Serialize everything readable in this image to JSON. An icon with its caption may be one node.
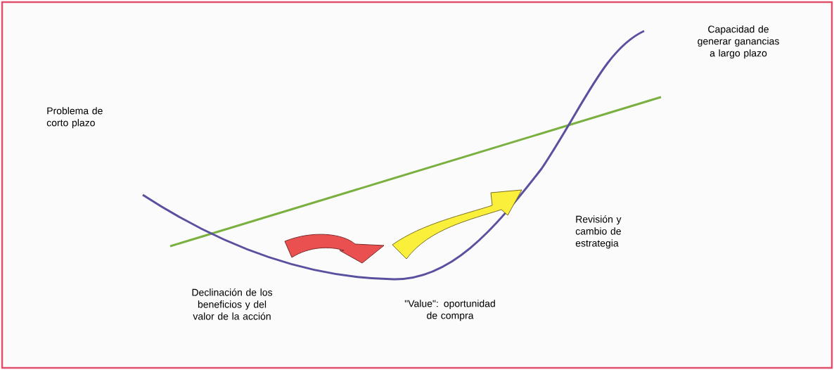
{
  "diagram": {
    "labels": [
      "Capacidad de generar ganancias a largo plazo",
      "Problema de corto plazo",
      "Revisión y cambio de estrategia",
      "Declinación de los beneficios y del valor de la acción",
      "\"Value\": oportunidad de compra"
    ]
  }
}
